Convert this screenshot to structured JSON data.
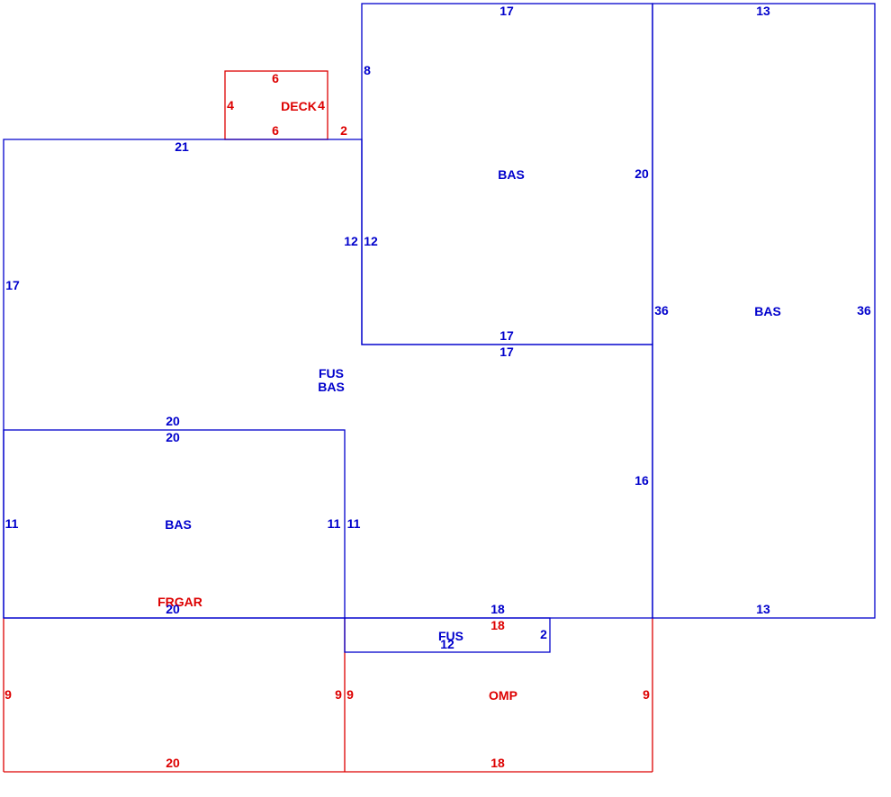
{
  "colors": {
    "living": "#0000cc",
    "other": "#dd0000"
  },
  "areas": [
    {
      "id": "bas-top-center",
      "label": "BAS"
    },
    {
      "id": "bas-right",
      "label": "BAS"
    },
    {
      "id": "fus-bas-main",
      "label": "FUS",
      "label2": "BAS"
    },
    {
      "id": "bas-left-lower",
      "label": "BAS"
    },
    {
      "id": "frgar",
      "label": "FRGAR"
    },
    {
      "id": "fus-small",
      "label": "FUS"
    },
    {
      "id": "omp",
      "label": "OMP"
    },
    {
      "id": "deck",
      "label": "DECK"
    }
  ],
  "dims": {
    "bas_top_center": {
      "top": "17",
      "left": "8",
      "right": "20",
      "bottom_outer": "17",
      "bottom_inner": "17",
      "left_inner": "12"
    },
    "bas_right": {
      "top": "13",
      "left": "36",
      "right": "36",
      "bottom": "13"
    },
    "fus_main": {
      "top": "21",
      "left": "17",
      "left_step": "12",
      "right_lower": "16",
      "bottom": "18"
    },
    "bas_left_lower": {
      "top_outer": "20",
      "top_inner": "20",
      "left": "11",
      "right_inner": "11",
      "right_outer": "11",
      "bottom": "20"
    },
    "frgar": {
      "left": "9",
      "right": "9",
      "bottom": "20"
    },
    "omp": {
      "top": "18",
      "left": "9",
      "right": "9",
      "bottom": "18"
    },
    "fus_small": {
      "bottom": "12",
      "right": "2"
    },
    "deck": {
      "top": "6",
      "left": "4",
      "right": "4",
      "bottom": "6",
      "step": "2"
    }
  }
}
